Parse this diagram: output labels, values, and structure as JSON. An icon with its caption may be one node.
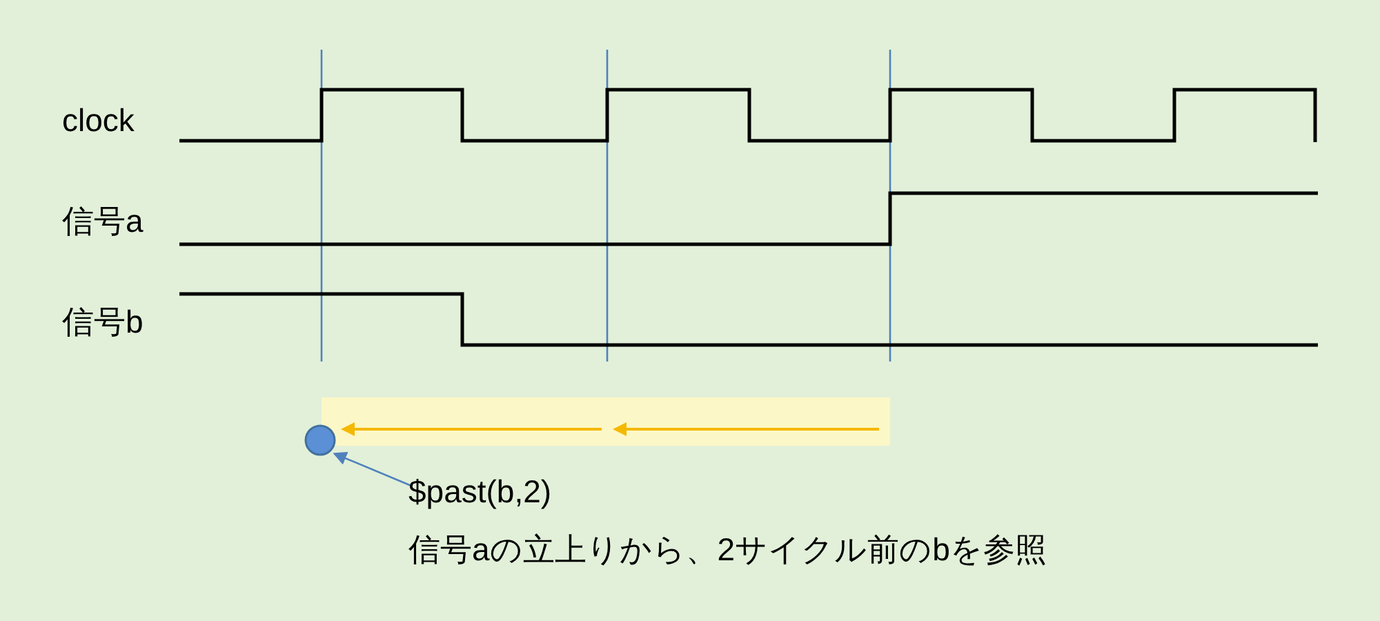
{
  "diagram": {
    "nodes": [
      {
        "text": [],
        "shape": "circle"
      },
      {
        "text": [
          "$past(b,2)",
          "信号aの立上りから、2サイクル前のbを参照"
        ]
      }
    ],
    "edges": [
      {
        "from": 1,
        "to": 0,
        "arrow": "to"
      }
    ],
    "labels": [
      "clock",
      "信号a",
      "信号b"
    ]
  }
}
